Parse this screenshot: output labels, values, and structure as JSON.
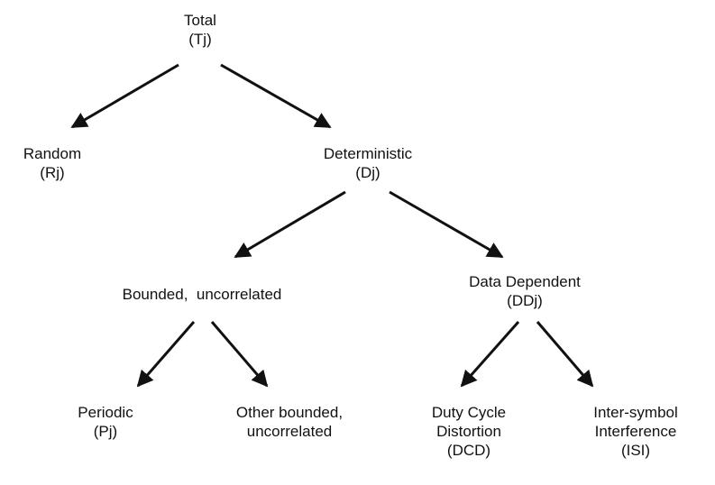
{
  "nodes": {
    "total": {
      "line1": "Total",
      "line2": "(Tj)"
    },
    "random": {
      "line1": "Random",
      "line2": "(Rj)"
    },
    "deterministic": {
      "line1": "Deterministic",
      "line2": "(Dj)"
    },
    "bounded": {
      "line1": "Bounded,  uncorrelated"
    },
    "data_dependent": {
      "line1": "Data Dependent",
      "line2": "(DDj)"
    },
    "periodic": {
      "line1": "Periodic",
      "line2": "(Pj)"
    },
    "other_bounded": {
      "line1": "Other bounded,",
      "line2": "uncorrelated"
    },
    "dcd": {
      "line1": "Duty Cycle",
      "line2": "Distortion",
      "line3": "(DCD)"
    },
    "isi": {
      "line1": "Inter-symbol",
      "line2": "Interference",
      "line3": "(ISI)"
    }
  },
  "colors": {
    "text": "#111111",
    "arrow": "#111111",
    "background": "#ffffff"
  }
}
